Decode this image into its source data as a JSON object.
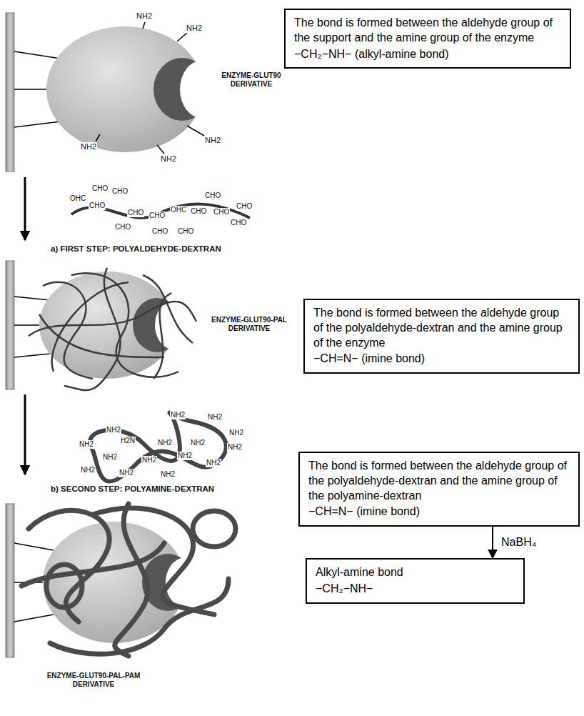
{
  "diagram": {
    "nodes": [
      {
        "text": [
          "The bond is formed between the aldehyde group of the support and the amine group of the enzyme",
          "−CH₂−NH− (alkyl-amine bond)"
        ]
      },
      {
        "text": [
          "The bond is formed between the aldehyde group of the polyaldehyde-dextran and the amine group of the enzyme",
          "−CH=N− (imine bond)"
        ]
      },
      {
        "text": [
          "The bond is formed between the aldehyde group of the polyaldehyde-dextran and the amine group of the polyamine-dextran",
          "−CH=N− (imine bond)"
        ]
      },
      {
        "text": [
          "Alkyl-amine bond",
          "−CH₂−NH−"
        ]
      }
    ],
    "edges": [
      {
        "from": 2,
        "to": 3,
        "arrow": "to",
        "label": "NaBH₄"
      }
    ],
    "labels": [
      "NH2",
      "NH2",
      "ENZYME-GLUT90 DERIVATIVE",
      "NH2",
      "NH2",
      "NH2",
      "OHC",
      "CHO",
      "CHO",
      "CHO",
      "CHO",
      "CHO",
      "OHC",
      "CHO",
      "CHO",
      "CHO",
      "CHO",
      "CHO",
      "CHO",
      "CHO",
      "CHO",
      "a) FIRST STEP: POLYALDEHYDE-DEXTRAN",
      "ENZYME-GLUT90-PAL DERIVATIVE",
      "NH2",
      "NH2",
      "NH2",
      "NH2",
      "H2N",
      "NH2",
      "NH2",
      "NH2",
      "NH2",
      "NH2",
      "NH2",
      "NH2",
      "NH2",
      "NH2",
      "NH2",
      "NH2",
      "b) SECOND STEP: POLYAMINE-DEXTRAN",
      "ENZYME-GLUT90-PAL-PAM DERIVATIVE"
    ]
  }
}
